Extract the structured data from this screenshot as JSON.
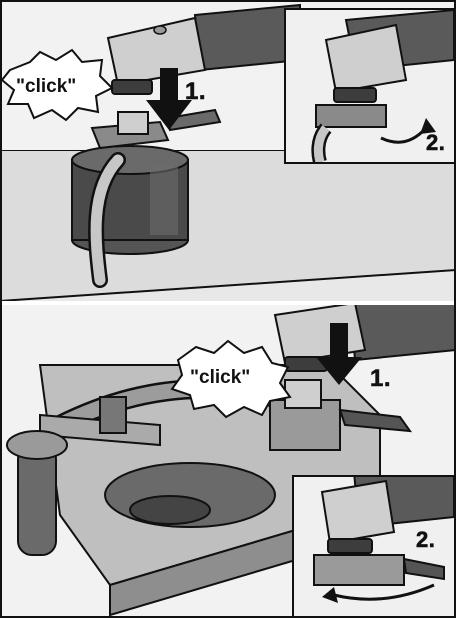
{
  "top": {
    "click_label": "\"click\"",
    "step1": "1.",
    "step2": "2."
  },
  "bottom": {
    "click_label": "\"click\"",
    "step1": "1.",
    "step2": "2."
  },
  "colors": {
    "ink": "#111111",
    "light_gray": "#e6e6e6",
    "mid_gray": "#9a9a9a",
    "dark_gray": "#4a4a4a",
    "metal": "#bdbdbd"
  }
}
